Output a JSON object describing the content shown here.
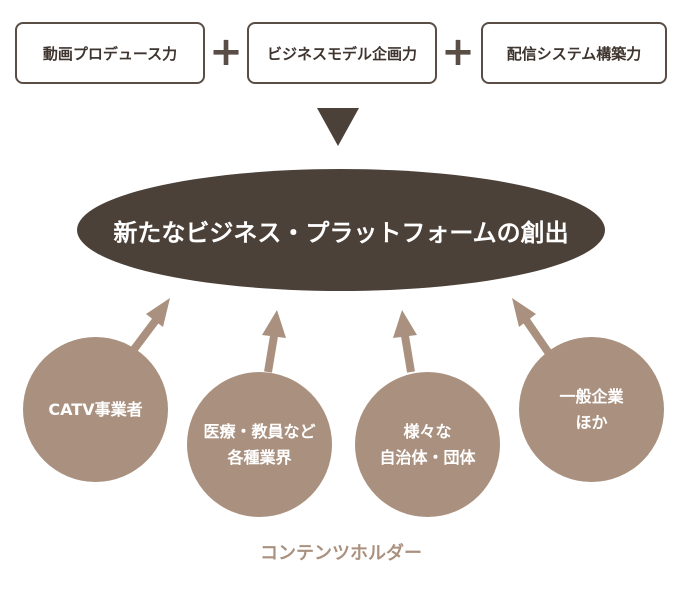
{
  "top_boxes": [
    {
      "label": "動画プロデュース力"
    },
    {
      "label": "ビジネスモデル企画力"
    },
    {
      "label": "配信システム構築力"
    }
  ],
  "plus_symbol": "+",
  "result": {
    "label": "新たなビジネス・プラットフォームの創出"
  },
  "holders": [
    {
      "lines": [
        "CATV事業者"
      ]
    },
    {
      "lines": [
        "医療・教員など",
        "各種業界"
      ]
    },
    {
      "lines": [
        "様々な",
        "自治体・団体"
      ]
    },
    {
      "lines": [
        "一般企業",
        "ほか"
      ]
    }
  ],
  "footer": {
    "label": "コンテンツホルダー"
  },
  "colors": {
    "dark_brown": "#4c4139",
    "border_brown": "#5a4d45",
    "circle_taupe": "#aa917f"
  }
}
